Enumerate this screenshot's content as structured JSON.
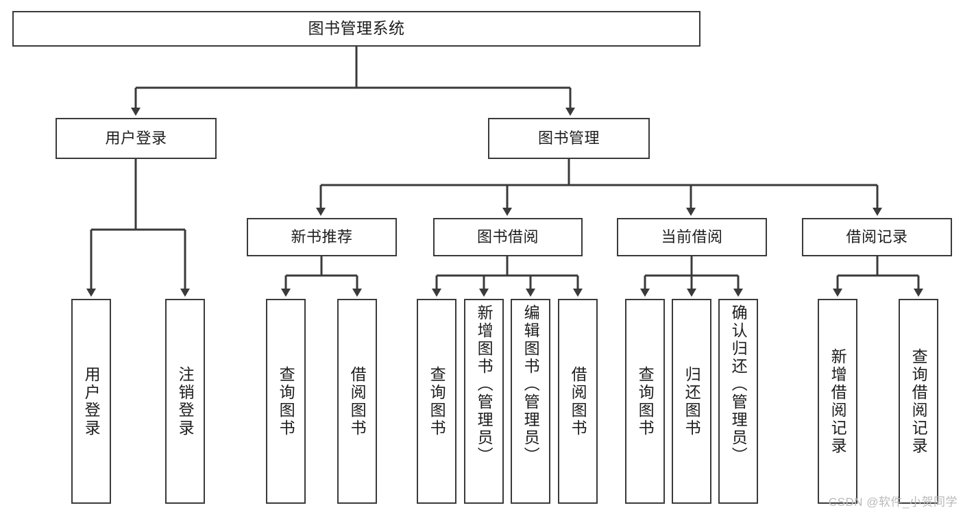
{
  "diagram": {
    "title": "图书管理系统",
    "type": "function-structure-tree",
    "root": {
      "label": "图书管理系统"
    },
    "level2": [
      {
        "label": "用户登录"
      },
      {
        "label": "图书管理"
      }
    ],
    "level3": [
      {
        "label": "新书推荐"
      },
      {
        "label": "图书借阅"
      },
      {
        "label": "当前借阅"
      },
      {
        "label": "借阅记录"
      }
    ],
    "leaves": {
      "user_login": [
        {
          "label": "用户登录"
        },
        {
          "label": "注销登录"
        }
      ],
      "new_book_recommend": [
        {
          "label": "查询图书"
        },
        {
          "label": "借阅图书"
        }
      ],
      "book_borrow": [
        {
          "label": "查询图书"
        },
        {
          "label": "新增图书（管理员）"
        },
        {
          "label": "编辑图书（管理员）"
        },
        {
          "label": "借阅图书"
        }
      ],
      "current_borrow": [
        {
          "label": "查询图书"
        },
        {
          "label": "归还图书"
        },
        {
          "label": "确认归还（管理员）"
        }
      ],
      "borrow_record": [
        {
          "label": "新增借阅记录"
        },
        {
          "label": "查询借阅记录"
        }
      ]
    }
  },
  "watermark": {
    "text": "CSDN @软件_小贺同学"
  },
  "colors": {
    "stroke": "#3a3a3a",
    "box_fill": "#ffffff",
    "text": "#1d1d1d",
    "watermark": "#b9b9b9",
    "background": "#ffffff"
  }
}
